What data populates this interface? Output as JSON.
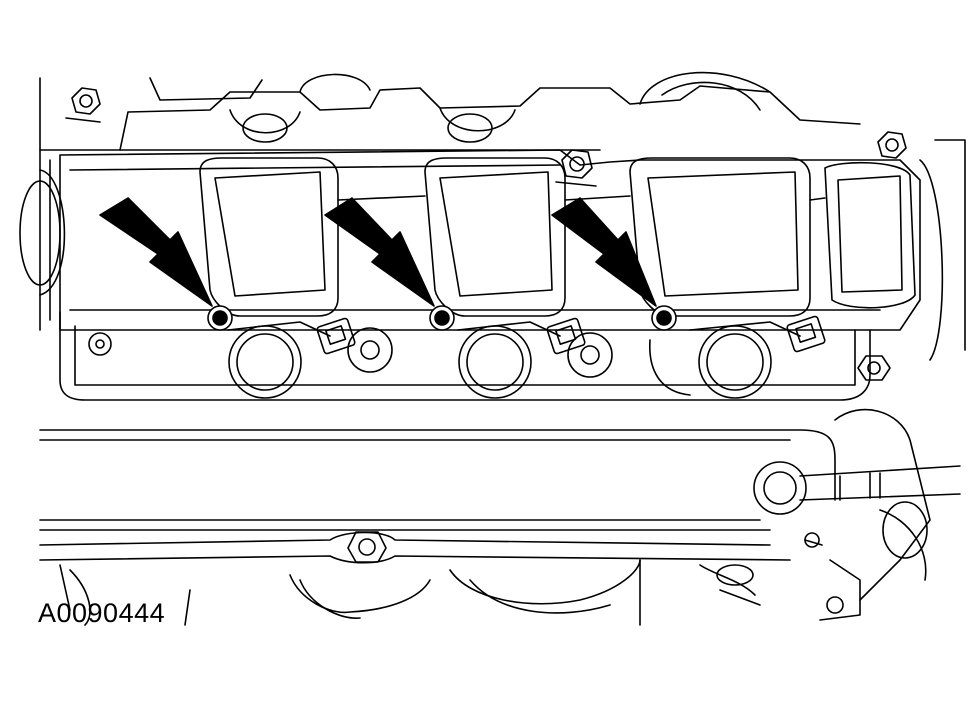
{
  "figure": {
    "id_label": "A0090444"
  },
  "colors": {
    "line": "#000000",
    "background": "#ffffff"
  },
  "callouts": [
    {
      "name": "arrow-callout-1",
      "target": "fastener-1",
      "icon": "arrow-pointer-icon"
    },
    {
      "name": "arrow-callout-2",
      "target": "fastener-2",
      "icon": "arrow-pointer-icon"
    },
    {
      "name": "arrow-callout-3",
      "target": "fastener-3",
      "icon": "arrow-pointer-icon"
    }
  ]
}
